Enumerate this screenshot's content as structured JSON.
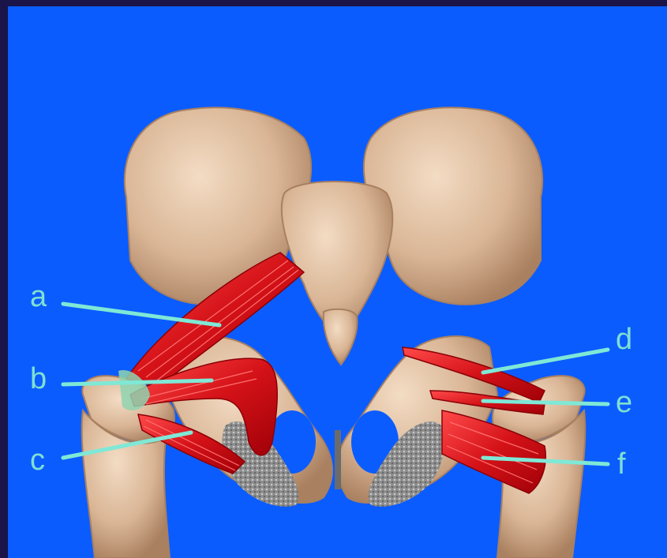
{
  "colors": {
    "background": "#0b5cff",
    "frame": "#1a1448",
    "bone": "#e3c3a6",
    "bone_shadow": "#b08868",
    "muscle": "#d8141c",
    "muscle_highlight": "#ff5a5a",
    "cartilage": "#8a8a8a",
    "label": "#7fe0d0",
    "leader": "#7fe8d6"
  },
  "labels": {
    "a": "a",
    "b": "b",
    "c": "c",
    "d": "d",
    "e": "e",
    "f": "f"
  }
}
